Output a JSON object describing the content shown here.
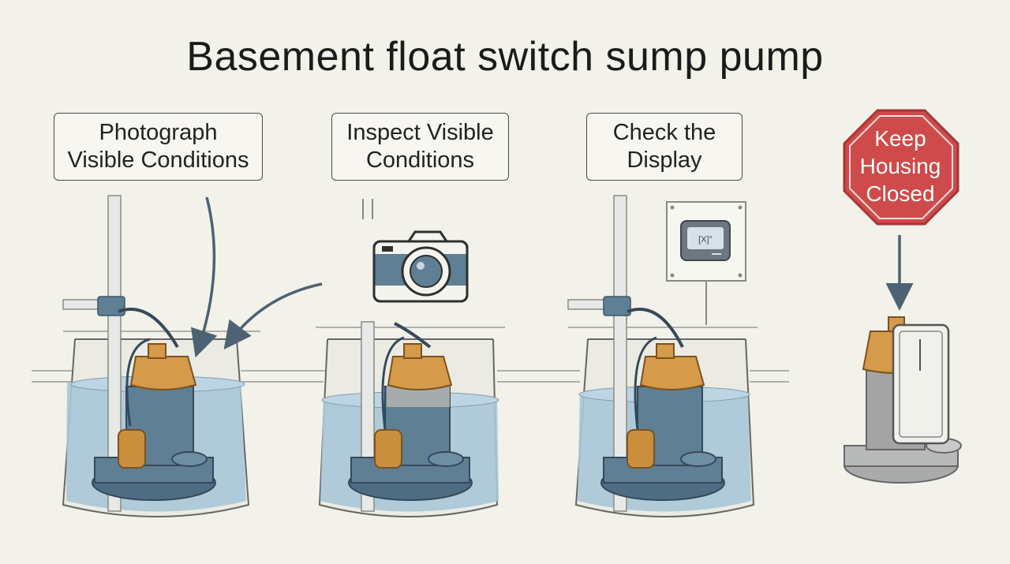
{
  "title": "Basement float switch sump pump",
  "steps": [
    {
      "label": "Photograph\nVisible Conditions",
      "icon": "arrows-icon"
    },
    {
      "label": "Inspect Visible\nConditions",
      "icon": "camera-icon"
    },
    {
      "label": "Check the\nDisplay",
      "icon": "control-display-icon"
    }
  ],
  "warning": {
    "label": "Keep\nHousing\nClosed",
    "icon": "stop-sign-icon"
  },
  "display_readout": "[X]°",
  "colors": {
    "background": "#f2f1ea",
    "water": "#a9c6d6",
    "pump_body": "#5f7f94",
    "pump_cap": "#d59a4a",
    "float": "#c98f3c",
    "stop_sign": "#cf4a4a",
    "pipe": "#e7e9e6",
    "arrow": "#4d6272"
  }
}
